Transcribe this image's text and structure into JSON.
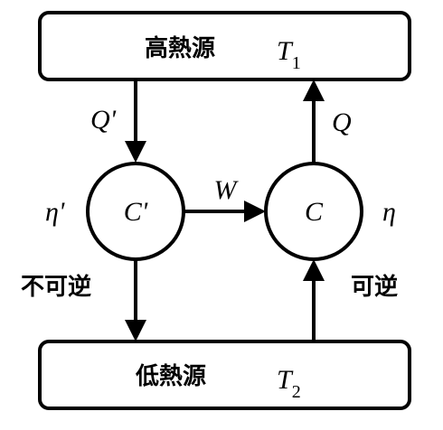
{
  "hot_reservoir": {
    "label": "高熱源",
    "temp_symbol": "T",
    "temp_subscript": "1"
  },
  "cold_reservoir": {
    "label": "低熱源",
    "temp_symbol": "T",
    "temp_subscript": "2"
  },
  "engine_irreversible": {
    "label": "C'",
    "efficiency": "η'",
    "type_label": "不可逆"
  },
  "engine_reversible": {
    "label": "C",
    "efficiency": "η",
    "type_label": "可逆"
  },
  "flows": {
    "q_prime": "Q'",
    "work": "W",
    "q": "Q"
  }
}
